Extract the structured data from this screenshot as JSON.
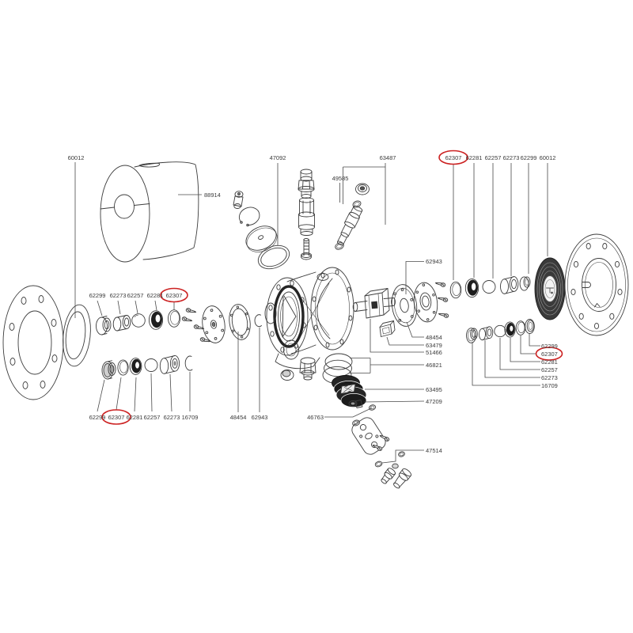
{
  "diagram": {
    "type": "exploded-parts-diagram",
    "subject": "diaphragm pump exploded view with part number callouts",
    "background_color": "#ffffff",
    "line_color": "#3d3d3d",
    "text_color": "#3a3a3a",
    "highlight_color": "#cc2222",
    "highlighted_part_number": "62307",
    "labels": {
      "left_clamp": "60012",
      "cylinder": "88914",
      "top_oring": "47092",
      "valve_inner": "49585",
      "valve_outer": "63487",
      "left_plate": "48454",
      "left_retainer": "62943",
      "center_orings": "46763",
      "right_diaphragm": "62943",
      "right_plate": "48454",
      "valve_block": "63479",
      "valve_spool": "51466",
      "spring_stack": "46821",
      "muffler": "63495",
      "muffler_fitting": "47209",
      "plug_kit": "47514"
    },
    "rows": {
      "left_top": [
        "62299",
        "62273",
        "62257",
        "62281",
        "62307"
      ],
      "left_bottom": [
        "62299",
        "62307",
        "62281",
        "62257",
        "62273",
        "16709"
      ],
      "top_right": [
        "62307",
        "62281",
        "62257",
        "62273",
        "62299",
        "60012"
      ],
      "right_stack": [
        "62299",
        "62307",
        "62281",
        "62257",
        "62273",
        "16709"
      ]
    },
    "highlights": [
      {
        "row": "left_top",
        "index": 4,
        "part": "62307"
      },
      {
        "row": "left_bottom",
        "index": 1,
        "part": "62307"
      },
      {
        "row": "top_right",
        "index": 0,
        "part": "62307"
      },
      {
        "row": "right_stack",
        "index": 1,
        "part": "62307"
      }
    ]
  }
}
